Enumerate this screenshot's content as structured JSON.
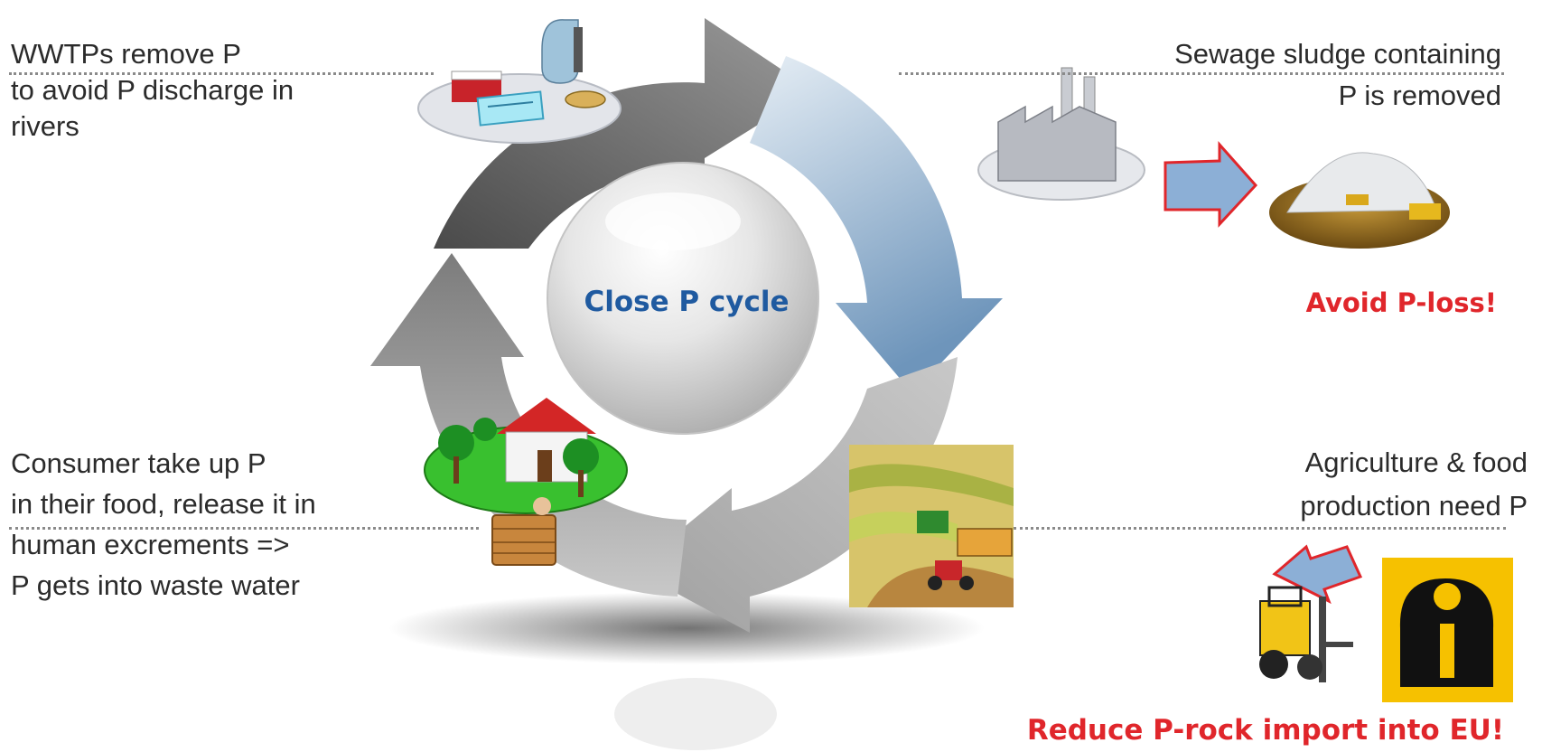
{
  "diagram": {
    "center_label": "Close P cycle",
    "stages": {
      "wwtp": [
        "WWTPs remove P",
        "to avoid P discharge in",
        "rivers"
      ],
      "sludge": [
        "Sewage sludge containing",
        "P is removed"
      ],
      "consumer": [
        "Consumer take up P",
        "in their food, release it in",
        "human excrements =>",
        "P gets into waste water"
      ],
      "agriculture": [
        "Agriculture & food",
        "production need P"
      ]
    },
    "callouts": {
      "avoid_loss": "Avoid P-loss!",
      "reduce_import": "Reduce P-rock import into EU!"
    }
  },
  "colors": {
    "callout_red": "#e0262b",
    "center_blue": "#1f5aa0",
    "cycle_dark": "#5f5f5f",
    "cycle_light": "#b9b9b9",
    "cycle_blue": "#7fa3c4",
    "arrow_fill_blue": "#8cafd6"
  },
  "icons": [
    "wwtp-plant-icon",
    "factory-icon",
    "sludge-pile-icon",
    "house-icon",
    "farm-field-icon",
    "forklift-icon",
    "miner-drill-icon"
  ]
}
